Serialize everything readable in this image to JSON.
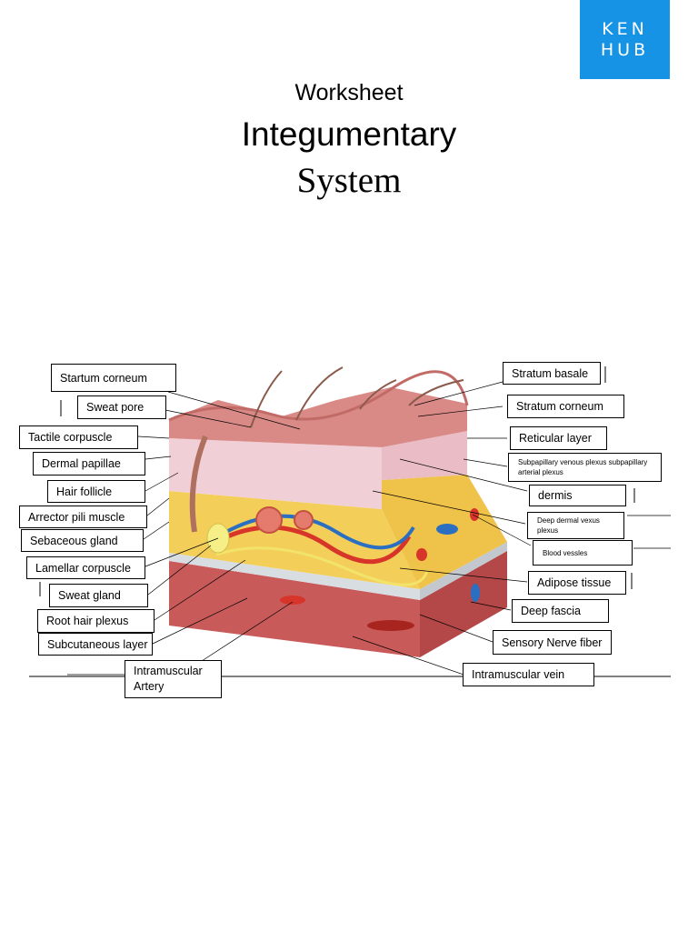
{
  "logo": {
    "line1": "KEN",
    "line2": "HUB"
  },
  "header": {
    "kicker": "Worksheet",
    "title_line1": "Integumentary",
    "title_line2": "System"
  },
  "labels": {
    "startum_corneum": "Startum corneum",
    "sweat_pore": "Sweat pore",
    "tactile_corpuscle": "Tactile corpuscle",
    "dermal_papillae": "Dermal papillae",
    "hair_follicle": "Hair follicle",
    "arrector_pili_muscle": "Arrector pili muscle",
    "sebaceous_gland": "Sebaceous gland",
    "lamellar_corpuscle": "Lamellar corpuscle",
    "sweat_gland": "Sweat gland",
    "root_hair_plexus": "Root hair plexus",
    "subcutaneous_layer": "Subcutaneous layer",
    "intramuscular_artery": "Intramuscular Artery",
    "stratum_basale": "Stratum basale",
    "stratum_corneum": "Stratum corneum",
    "reticular_layer": "Reticular layer",
    "subpapillary_plexus": "Subpapillary venous plexus subpapillary arterial plexus",
    "dermis": "dermis",
    "deep_dermal_vexus_plexus": "Deep dermal vexus plexus",
    "blood_vessles": "Blood vessles",
    "adipose_tissue": "Adipose tissue",
    "deep_fascia": "Deep fascia",
    "sensory_nerve_fiber": "Sensory Nerve fiber",
    "intramuscular_vein": "Intramuscular vein"
  },
  "colors": {
    "logo_bg": "#1793e6",
    "epidermis": "#d98a86",
    "dermis": "#f1cfd6",
    "hypodermis": "#f3cf5a",
    "fascia": "#d8dde2",
    "muscle": "#c95a5a",
    "artery": "#d8352a",
    "vein": "#2a6fc1"
  }
}
